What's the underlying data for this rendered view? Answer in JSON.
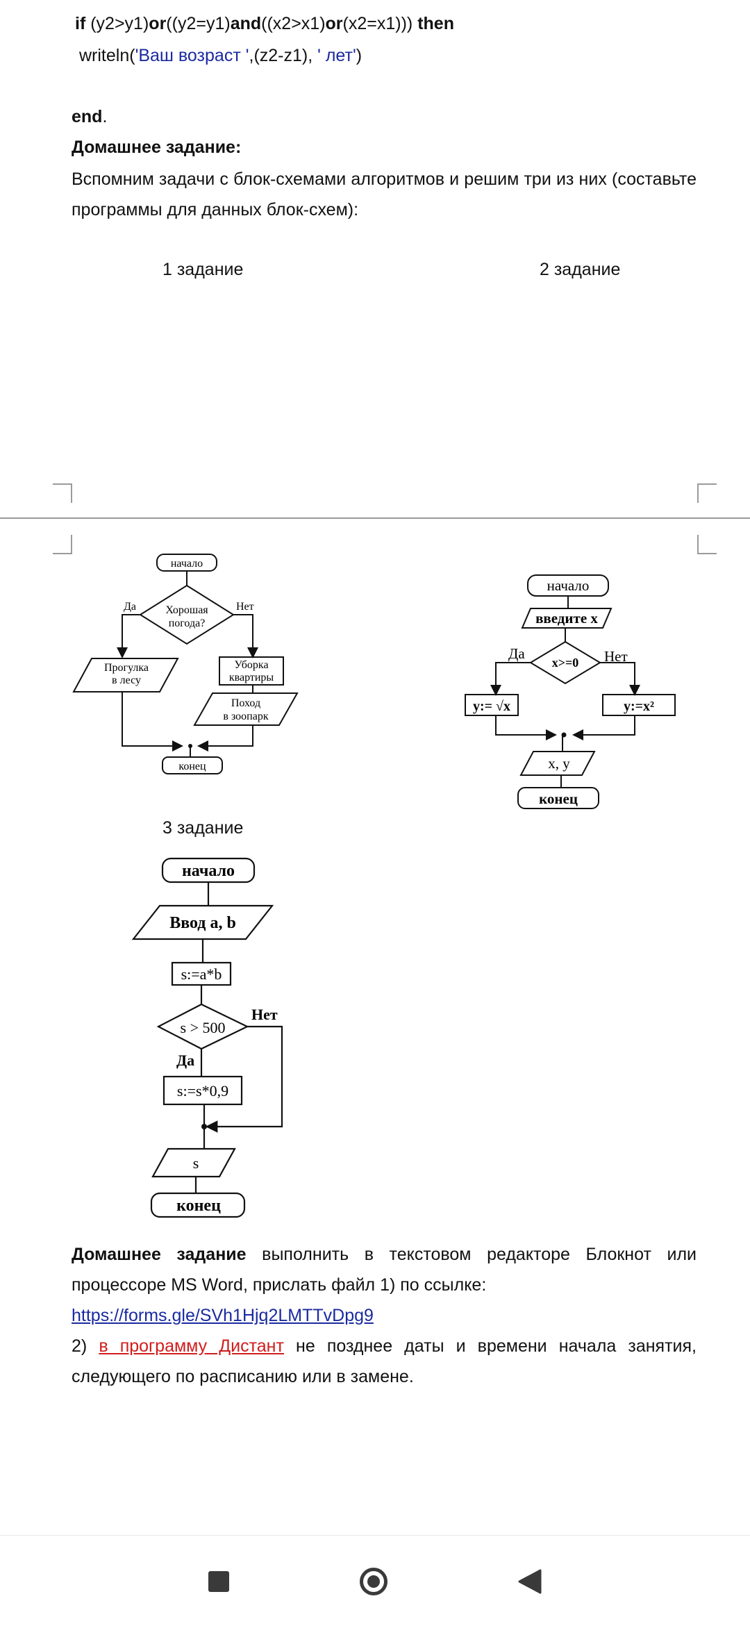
{
  "code": {
    "line1": {
      "if": "if",
      "cond_a": " (y2>y1)",
      "or1": "or",
      "cond_b": "((y2=y1)",
      "and": "and",
      "cond_c": "((x2>x1)",
      "or2": "or",
      "cond_d": "(x2=x1)))",
      "then": " then"
    },
    "line2": {
      "fn": "writeln(",
      "str1": "'Ваш возраст '",
      "mid": ",(z2-z1), ",
      "str2": "' лет'",
      "end": ")"
    },
    "end_kw": "end",
    "end_dot": "."
  },
  "homework_heading": "Домашнее задание:",
  "intro": "Вспомним задачи с блок-схемами алгоритмов и решим три из них (составьте программы для данных блок-схем):",
  "task_labels": {
    "t1": "1 задание",
    "t2": "2 задание",
    "t3": "3 задание"
  },
  "flow1": {
    "start": "начало",
    "cond_l1": "Хорошая",
    "cond_l2": "погода?",
    "yes": "Да",
    "no": "Нет",
    "left_l1": "Прогулка",
    "left_l2": "в лесу",
    "right1_l1": "Уборка",
    "right1_l2": "квартиры",
    "right2_l1": "Поход",
    "right2_l2": "в зоопарк",
    "end": "конец"
  },
  "flow2": {
    "start": "начало",
    "input": "введите x",
    "cond": "x>=0",
    "yes": "Да",
    "no": "Нет",
    "left": "y:= √x",
    "right": "y:=x²",
    "output": "x, y",
    "end": "конец"
  },
  "flow3": {
    "start": "начало",
    "input": "Ввод a, b",
    "assign": "s:=a*b",
    "cond": "s > 500",
    "no": "Нет",
    "yes": "Да",
    "mul": "s:=s*0,9",
    "output": "s",
    "end": "конец"
  },
  "footer": {
    "hw_bold": "Домашнее задание",
    "hw_rest": " выполнить в текстовом редакторе Блокнот или процессоре MS Word, прислать файл 1) по ссылке:",
    "link": "https://forms.gle/SVh1Hjq2LMTTvDpg9",
    "p2_num": "2) ",
    "p2_link": "в программу Дистант",
    "p2_rest": " не позднее даты и времени начала занятия, следующего по расписанию или в замене."
  },
  "nav": {
    "recent": "square-icon",
    "home": "circle-icon",
    "back": "triangle-back-icon"
  }
}
